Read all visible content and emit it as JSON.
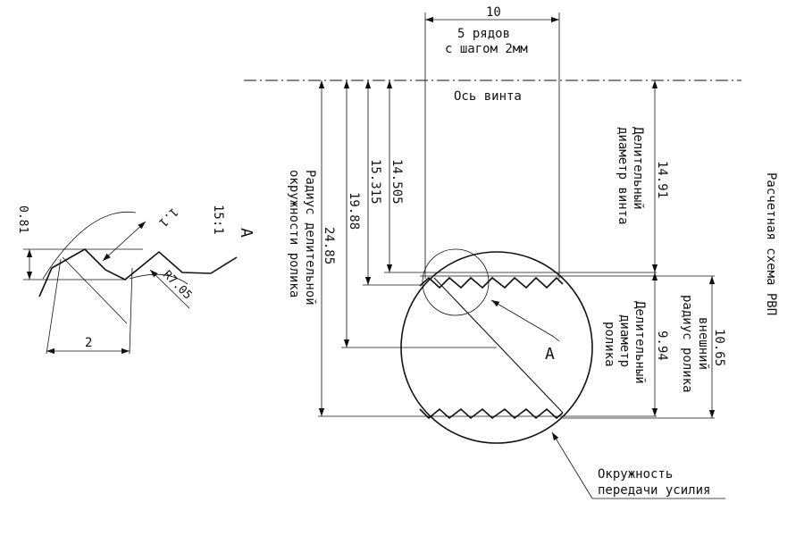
{
  "drawing": {
    "title": "Расчетная схема РВП",
    "screw_axis": "Ось винта",
    "pitch_width": "10",
    "rows_line1": "5 рядов",
    "rows_line2": "с шагом 2мм",
    "dim_14_505": "14.505",
    "dim_15_315": "15.315",
    "dim_19_88": "19.88",
    "dim_24_85": "24.85",
    "label_roller_pitch_radius_1": "Радиус делительной",
    "label_roller_pitch_radius_2": "окружности ролика",
    "dim_14_91": "14.91",
    "label_screw_pitch_diam_1": "Делительный",
    "label_screw_pitch_diam_2": "диаметр винта",
    "dim_9_94": "9.94",
    "label_roller_pitch_diam_1": "Делительный",
    "label_roller_pitch_diam_2": "диаметр",
    "label_roller_pitch_diam_3": "ролика",
    "dim_10_65": "10.65",
    "label_roller_outer_radius_1": "внешний",
    "label_roller_outer_radius_2": "радиус ролика",
    "detail_label": "А",
    "detail_scale": "15:1",
    "detail_label_main": "А",
    "detail_dim_0_81": "0.81",
    "detail_dim_1_1": "1.1",
    "detail_dim_2": "2",
    "detail_dim_r7_05": "R7.05",
    "force_circle_1": "Окружность",
    "force_circle_2": "передачи усилия"
  }
}
